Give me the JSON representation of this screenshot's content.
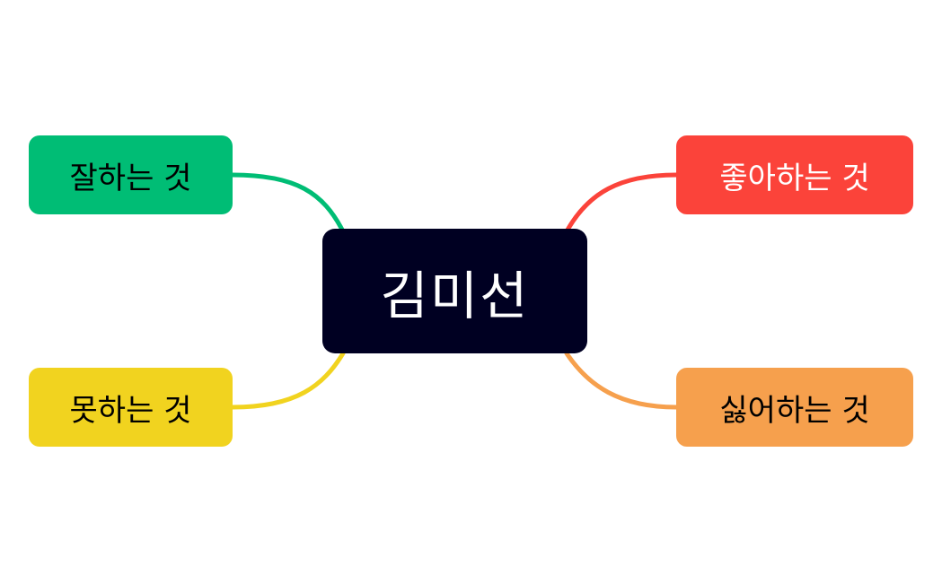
{
  "center": {
    "label": "김미선",
    "color": "#000022",
    "text_color": "#ffffff"
  },
  "branches": {
    "top_left": {
      "label": "잘하는 것",
      "color": "#00bd75",
      "text_color": "#000000"
    },
    "bottom_left": {
      "label": "못하는 것",
      "color": "#f1d31f",
      "text_color": "#000000"
    },
    "top_right": {
      "label": "좋아하는 것",
      "color": "#fb433a",
      "text_color": "#ffffff"
    },
    "bottom_right": {
      "label": "싫어하는 것",
      "color": "#f6a04d",
      "text_color": "#000000"
    }
  }
}
